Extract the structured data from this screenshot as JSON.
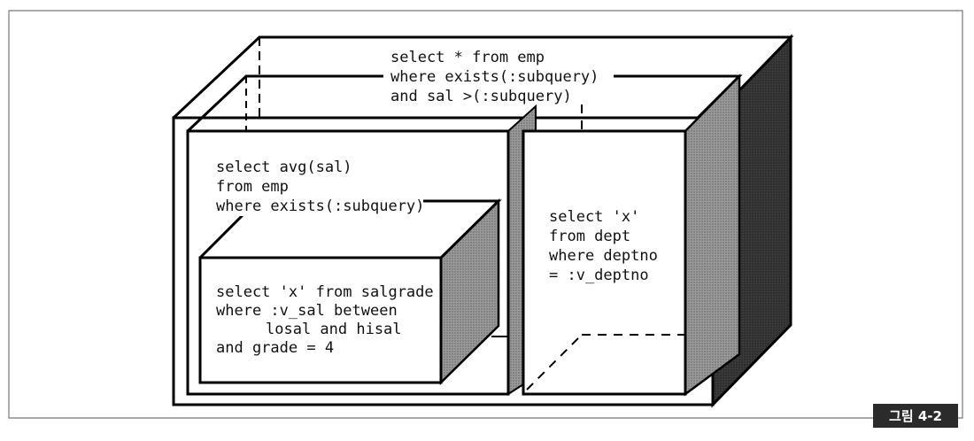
{
  "outer_query": {
    "lines": [
      "select * from emp",
      "where exists(:subquery)",
      "and sal >(:subquery)"
    ]
  },
  "left_subquery": {
    "lines": [
      "select avg(sal)",
      "from emp",
      "where exists(:subquery)"
    ]
  },
  "inner_subquery": {
    "lines": [
      "select 'x' from salgrade",
      "where :v_sal between",
      "losal and hisal",
      "and grade = 4"
    ]
  },
  "right_subquery": {
    "lines": [
      "select 'x'",
      "from dept",
      "where deptno",
      "= :v_deptno"
    ]
  },
  "caption": {
    "label": "그림 4-2",
    "bg_color": "#2b2b2b"
  }
}
